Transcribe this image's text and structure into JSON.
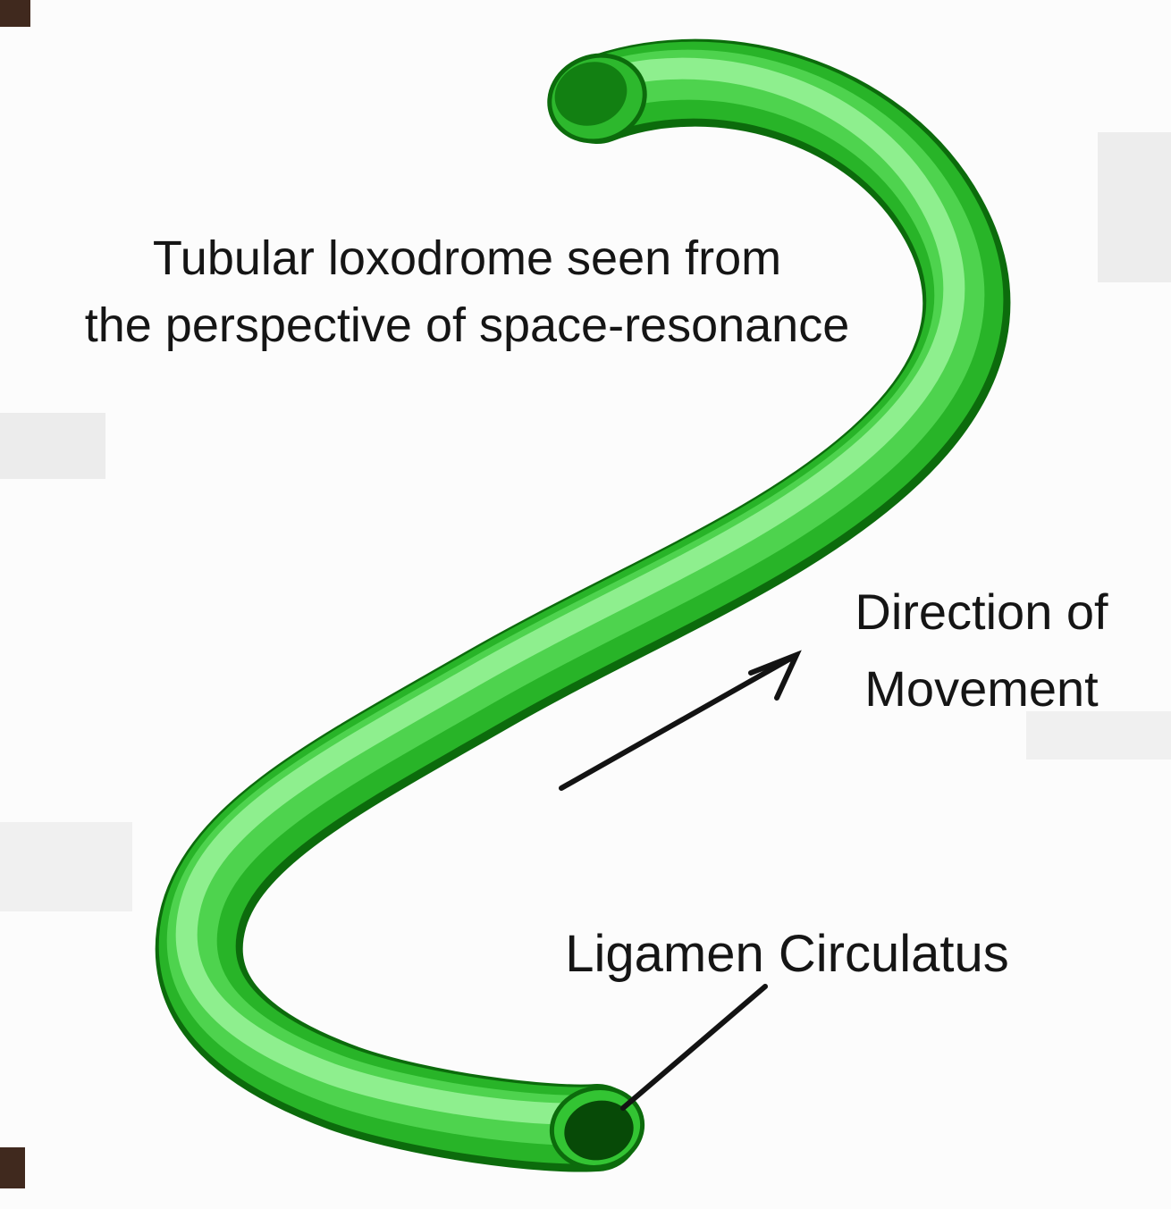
{
  "labels": {
    "title_line1": "Tubular loxodrome seen from",
    "title_line2": "the perspective of space-resonance",
    "direction_line1": "Direction of",
    "direction_line2": "Movement",
    "ligamen": "Ligamen Circulatus"
  },
  "colors": {
    "background": "#fcfcfc",
    "tube_dark": "#0c6b0c",
    "tube_mid": "#28b428",
    "tube_light": "#4ed34e",
    "tube_highlight": "#96f296",
    "cap_rim_top": "#2db82d",
    "cap_interior_top": "#128012",
    "cap_rim_bottom": "#33c433",
    "cap_interior_bottom": "#074a07",
    "annotation_line": "#131313",
    "text": "#151515"
  },
  "icons": {
    "direction_arrow": "thin-arrow-up-right",
    "ligamen_pointer": "plain-leader-line"
  },
  "figure": {
    "subject": "Tubular loxodrome (green S-shaped tube)"
  }
}
